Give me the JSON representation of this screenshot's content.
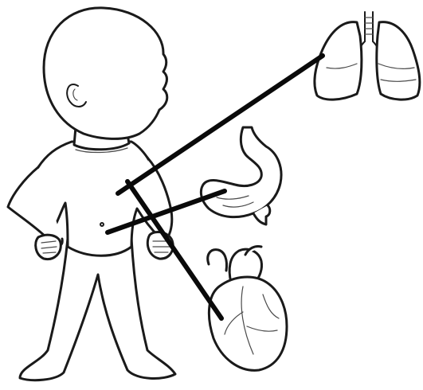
{
  "figure": {
    "subject": "child-body-outline",
    "organs": [
      "lungs",
      "stomach",
      "heart"
    ],
    "connector_color": "#0a0a0a",
    "outline_color": "#1a1a1a",
    "background": "#ffffff"
  }
}
